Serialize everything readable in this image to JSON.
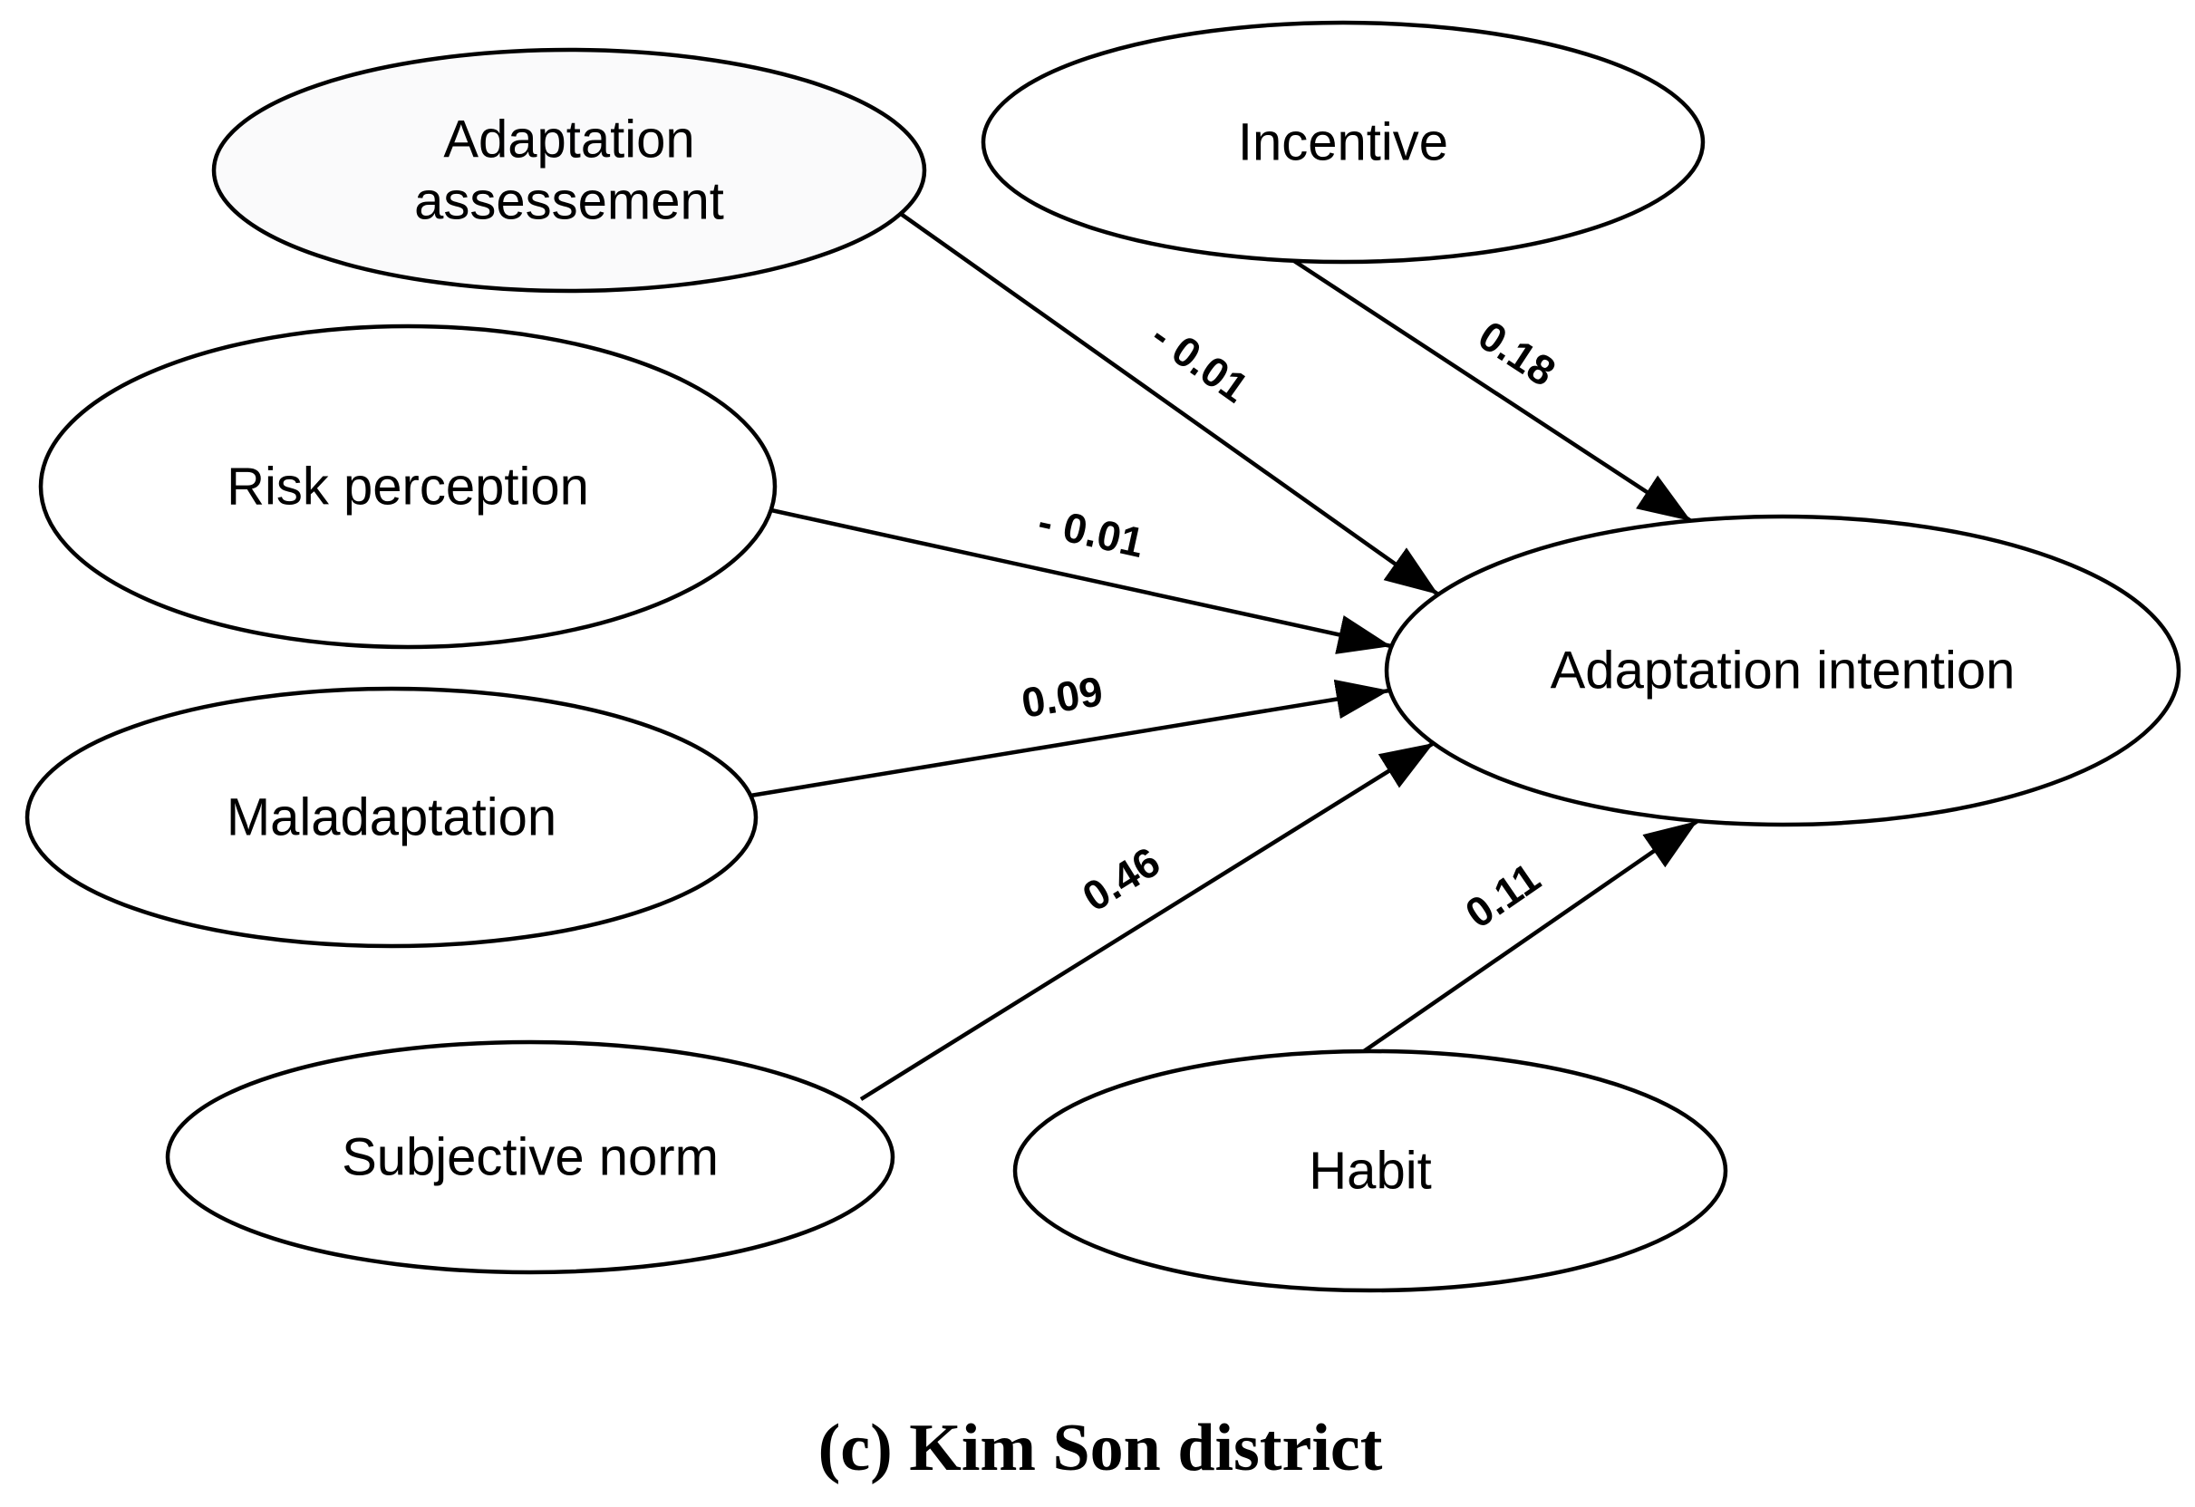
{
  "figure": {
    "type": "sem-path-diagram",
    "caption": "(c) Kim Son district",
    "colors": {
      "stroke": "#000000",
      "node_fill": "#ffffff",
      "assessement_fill": "#fafafb",
      "background": "#ffffff",
      "text": "#000000"
    },
    "nodes": [
      {
        "id": "adaptation-assessement",
        "lines": [
          "Adaptation",
          "assessement"
        ]
      },
      {
        "id": "incentive",
        "lines": [
          "Incentive"
        ]
      },
      {
        "id": "risk-perception",
        "lines": [
          "Risk perception"
        ]
      },
      {
        "id": "maladaptation",
        "lines": [
          "Maladaptation"
        ]
      },
      {
        "id": "subjective-norm",
        "lines": [
          "Subjective norm"
        ]
      },
      {
        "id": "habit",
        "lines": [
          "Habit"
        ]
      },
      {
        "id": "adaptation-intention",
        "lines": [
          "Adaptation intention"
        ]
      }
    ],
    "edges": [
      {
        "from": "adaptation-assessement",
        "to": "adaptation-intention",
        "weight": "- 0.01"
      },
      {
        "from": "incentive",
        "to": "adaptation-intention",
        "weight": "0.18"
      },
      {
        "from": "risk-perception",
        "to": "adaptation-intention",
        "weight": "- 0.01"
      },
      {
        "from": "maladaptation",
        "to": "adaptation-intention",
        "weight": "0.09"
      },
      {
        "from": "subjective-norm",
        "to": "adaptation-intention",
        "weight": "0.46"
      },
      {
        "from": "habit",
        "to": "adaptation-intention",
        "weight": "0.11"
      }
    ]
  }
}
